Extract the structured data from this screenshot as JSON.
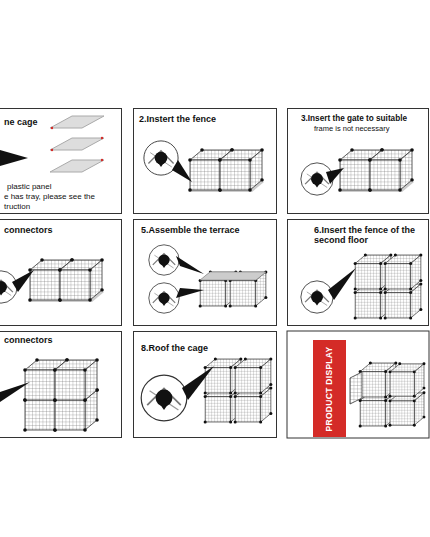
{
  "diagram": {
    "nodes": [
      {
        "text": [
          "ne cage",
          "plastic panel",
          "e has tray, please see the",
          "truction"
        ]
      },
      {
        "text": [
          "2.Instert the fence"
        ]
      },
      {
        "text": [
          "3.Insert the gate to suitable",
          "frame is not necessary"
        ]
      },
      {
        "text": [
          "connectors"
        ]
      },
      {
        "text": [
          "5.Assemble the terrace"
        ]
      },
      {
        "text": [
          "6.Insert the fence of the second floor"
        ]
      },
      {
        "text": [
          "connectors"
        ]
      },
      {
        "text": [
          "8.Roof the cage"
        ]
      },
      {
        "text": [
          "PRODUCT DISPLAY"
        ]
      }
    ]
  }
}
